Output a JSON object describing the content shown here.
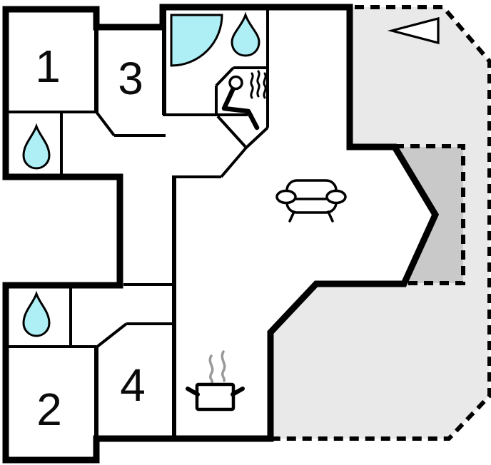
{
  "title": "Holiday house floor plan",
  "colors": {
    "water": "#aeeef5",
    "terrace": "#e9e9e9",
    "covered_terrace": "#c9c9c9",
    "wall": "#000000",
    "steam": "#999999",
    "background": "#ffffff"
  },
  "rooms": [
    {
      "id": "room-1",
      "number": "1"
    },
    {
      "id": "room-2",
      "number": "2"
    },
    {
      "id": "room-3",
      "number": "3"
    },
    {
      "id": "room-4",
      "number": "4"
    }
  ],
  "icons": [
    {
      "name": "shower-icon",
      "meaning": "shower quarter-circle in bathroom"
    },
    {
      "name": "water-drop-icon",
      "meaning": "water / wet room marker (3 places)"
    },
    {
      "name": "sauna-icon",
      "meaning": "person sitting in sauna with heat waves"
    },
    {
      "name": "sofa-icon",
      "meaning": "sofa in living room"
    },
    {
      "name": "cooking-pot-icon",
      "meaning": "kitchen / stove with steaming pot"
    },
    {
      "name": "entrance-arrow-icon",
      "meaning": "arrow on terrace pointing to house"
    }
  ]
}
